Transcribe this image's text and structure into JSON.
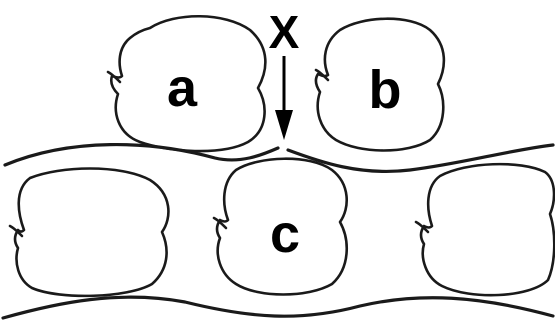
{
  "labels": {
    "a": "a",
    "b": "b",
    "c": "c",
    "x": "X"
  }
}
